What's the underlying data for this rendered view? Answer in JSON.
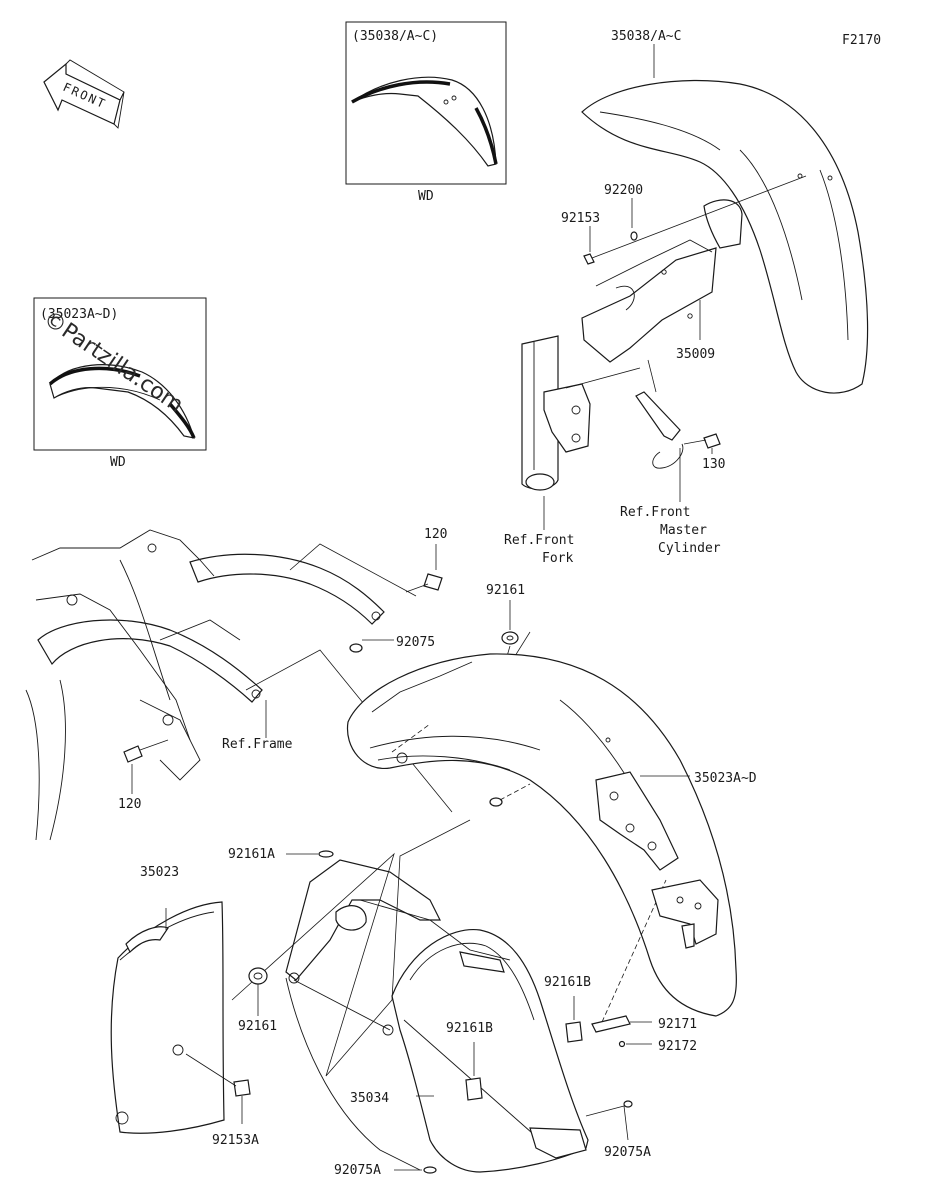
{
  "diagram_code": "F2170",
  "front_label": "FRONT",
  "watermark": "©Partzilla.com",
  "insets": {
    "front_fender_variant": {
      "caption": "(35038/A~C)",
      "footer": "WD"
    },
    "rear_fender_variant": {
      "caption": "(35023A~D)",
      "footer": "WD"
    }
  },
  "callouts": {
    "front_fender": "35038/A~C",
    "bolt_92200": "92200",
    "bolt_92153": "92153",
    "bracket_35009": "35009",
    "bolt_130": "130",
    "ref_front_fork": [
      "Ref.Front",
      "Fork"
    ],
    "ref_front_master_cylinder": [
      "Ref.Front",
      "Master",
      "Cylinder"
    ],
    "bolt_120_top": "120",
    "grommet_92161_top": "92161",
    "grommet_92075": "92075",
    "ref_frame": "Ref.Frame",
    "bolt_120_bottom": "120",
    "rear_fender": "35023A~D",
    "pad_92161A": "92161A",
    "flap_35023": "35023",
    "grommet_92161_bottom": "92161",
    "pad_92161B_right": "92161B",
    "pad_92161B_center": "92161B",
    "plate_92171": "92171",
    "screw_92172": "92172",
    "inner_fender_35034": "35034",
    "bolt_92153A": "92153A",
    "pad_92075A_right": "92075A",
    "pad_92075A_bottom": "92075A"
  }
}
